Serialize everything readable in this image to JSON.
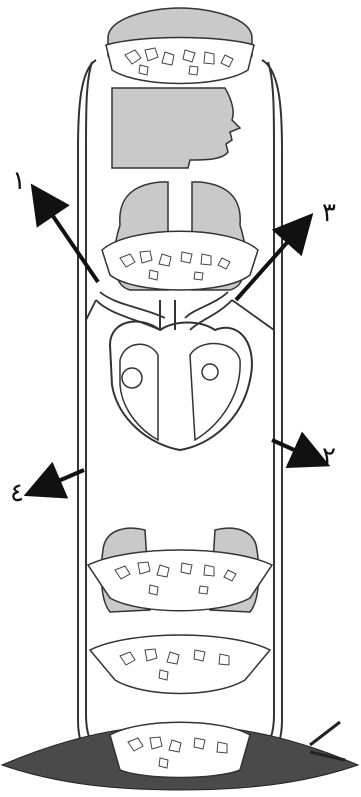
{
  "labels": {
    "one": "١",
    "two": "٢",
    "three": "٣",
    "four": "٤"
  },
  "colors": {
    "organ_fill": "#c9c9c9",
    "vessel_stroke": "#333333",
    "background": "#ffffff",
    "arrow": "#111111",
    "muscle": "#4a4a4a"
  },
  "icons": {
    "head": "head-silhouette-icon",
    "lungs": "lungs-icon",
    "heart": "heart-icon",
    "muscle": "muscle-icon"
  }
}
